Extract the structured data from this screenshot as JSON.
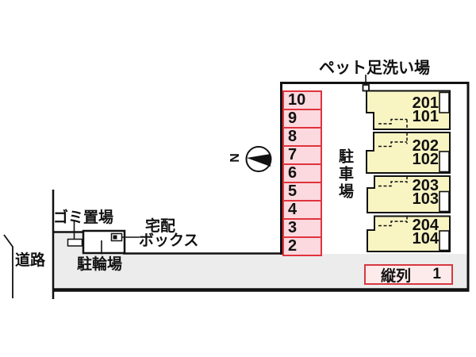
{
  "labels": {
    "pet_wash_area": "ペット足洗い場",
    "parking_lot": "駐車場",
    "garbage_area": "ゴミ置場",
    "delivery_box_line1": "宅配",
    "delivery_box_line2": "ボックス",
    "bicycle_parking": "駐輪場",
    "road": "道路",
    "compass_north": "N"
  },
  "parking_spaces": [
    "10",
    "9",
    "8",
    "7",
    "6",
    "5",
    "4",
    "3",
    "2"
  ],
  "tandem_row": {
    "label": "縦列",
    "value": "1"
  },
  "building_units": [
    {
      "upper": "201",
      "lower": "101"
    },
    {
      "upper": "202",
      "lower": "102"
    },
    {
      "upper": "203",
      "lower": "103"
    },
    {
      "upper": "204",
      "lower": "104"
    }
  ],
  "colors": {
    "stall_fill": "#fbd9de",
    "stall_border": "#e0333e",
    "tandem_fill": "#fcebea",
    "unit_fill": "#f9f5c3",
    "driveway_gray": "#ececec",
    "line_black": "#111111"
  }
}
